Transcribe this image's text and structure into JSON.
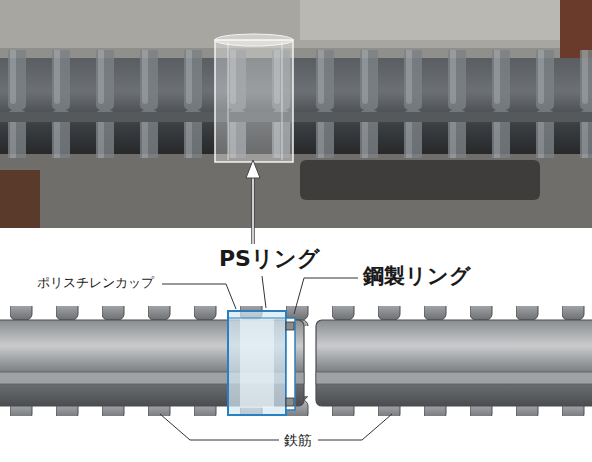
{
  "diagram": {
    "labels": [
      "PSリング",
      "ポリスチレンカップ",
      "鋼製リング",
      "鉄筋"
    ]
  }
}
